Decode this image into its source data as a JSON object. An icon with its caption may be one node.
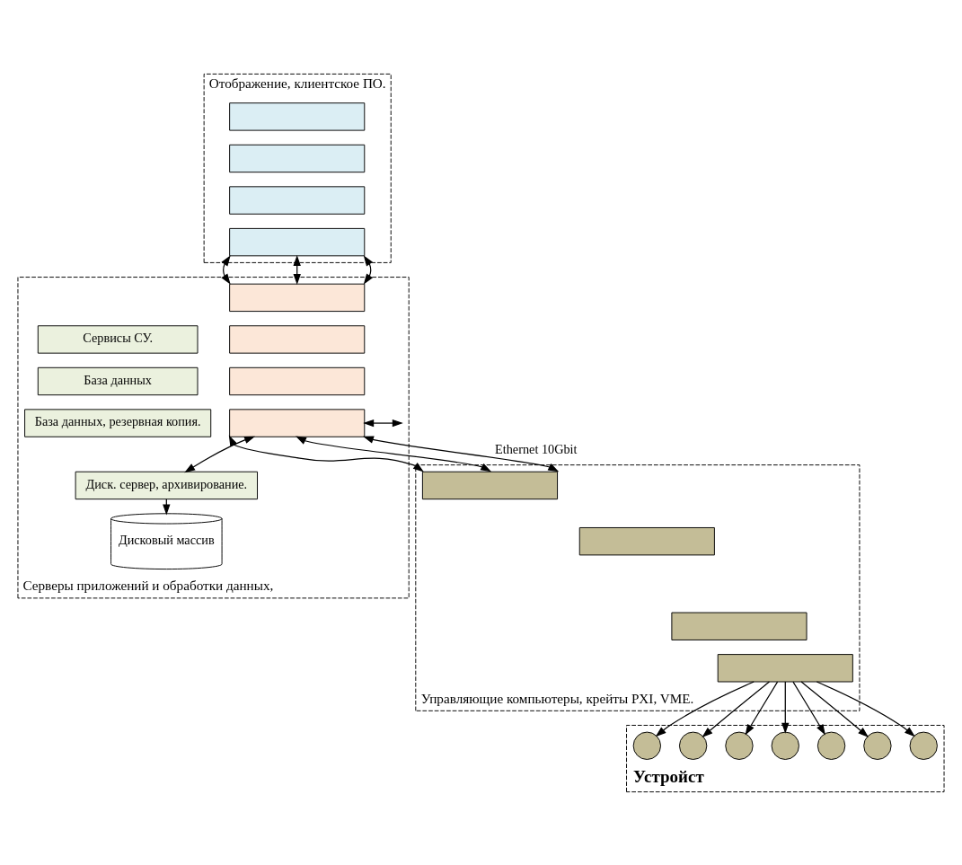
{
  "diagram": {
    "nodes": [
      {
        "text": [
          "Отображение, клиентское ПО."
        ]
      },
      {
        "text": [],
        "shape": "box",
        "in": 0
      },
      {
        "text": [],
        "shape": "box",
        "in": 0
      },
      {
        "text": [],
        "shape": "box",
        "in": 0
      },
      {
        "text": [],
        "shape": "box",
        "in": 0
      },
      {
        "text": [
          "Серверы приложений и обработки данных,"
        ]
      },
      {
        "text": [],
        "shape": "box",
        "in": 5
      },
      {
        "text": [],
        "shape": "box",
        "in": 5
      },
      {
        "text": [],
        "shape": "box",
        "in": 5
      },
      {
        "text": [],
        "shape": "box",
        "in": 5
      },
      {
        "text": [
          "Сервисы СУ."
        ],
        "in": 5
      },
      {
        "text": [
          "База данных"
        ],
        "in": 5
      },
      {
        "text": [
          "База данных, резервная копия."
        ],
        "in": 5
      },
      {
        "text": [
          "Диск. сервер, архивирование."
        ],
        "in": 5
      },
      {
        "text": [
          "Дисковый массив"
        ],
        "in": 5
      },
      {
        "text": [
          "Управляющие компьютеры, крейты PXI, VME."
        ]
      },
      {
        "text": [],
        "shape": "box",
        "in": 15
      },
      {
        "text": [],
        "shape": "box",
        "in": 15
      },
      {
        "text": [],
        "shape": "box",
        "in": 15
      },
      {
        "text": [],
        "shape": "box",
        "in": 15
      },
      {
        "text": [
          "Устройст"
        ]
      },
      {
        "text": [],
        "shape": "circle",
        "in": 20
      },
      {
        "text": [],
        "shape": "circle",
        "in": 20
      },
      {
        "text": [],
        "shape": "circle",
        "in": 20
      },
      {
        "text": [],
        "shape": "circle",
        "in": 20
      },
      {
        "text": [],
        "shape": "circle",
        "in": 20
      },
      {
        "text": [],
        "shape": "circle",
        "in": 20
      },
      {
        "text": [],
        "shape": "circle",
        "in": 20
      }
    ],
    "edges": [
      {
        "from": 4,
        "to": 6,
        "arrow": "both"
      },
      {
        "from": 4,
        "to": 6,
        "arrow": "both"
      },
      {
        "from": 4,
        "to": 6,
        "arrow": "both"
      },
      {
        "from": 9,
        "to": 13,
        "arrow": "both"
      },
      {
        "from": 9,
        "to": null,
        "arrow": "both"
      },
      {
        "from": 13,
        "to": 14,
        "arrow": "to"
      },
      {
        "from": 9,
        "to": 16,
        "arrow": "both"
      },
      {
        "from": 9,
        "to": 16,
        "arrow": "both"
      },
      {
        "from": 9,
        "to": 16,
        "arrow": "both",
        "label": "Ethernet 10Gbit"
      },
      {
        "from": 19,
        "to": 21,
        "arrow": "to"
      },
      {
        "from": 19,
        "to": 22,
        "arrow": "to"
      },
      {
        "from": 19,
        "to": 23,
        "arrow": "to"
      },
      {
        "from": 19,
        "to": 24,
        "arrow": "to"
      },
      {
        "from": 19,
        "to": 25,
        "arrow": "to"
      },
      {
        "from": 19,
        "to": 26,
        "arrow": "to"
      },
      {
        "from": 19,
        "to": 27,
        "arrow": "to"
      }
    ]
  }
}
